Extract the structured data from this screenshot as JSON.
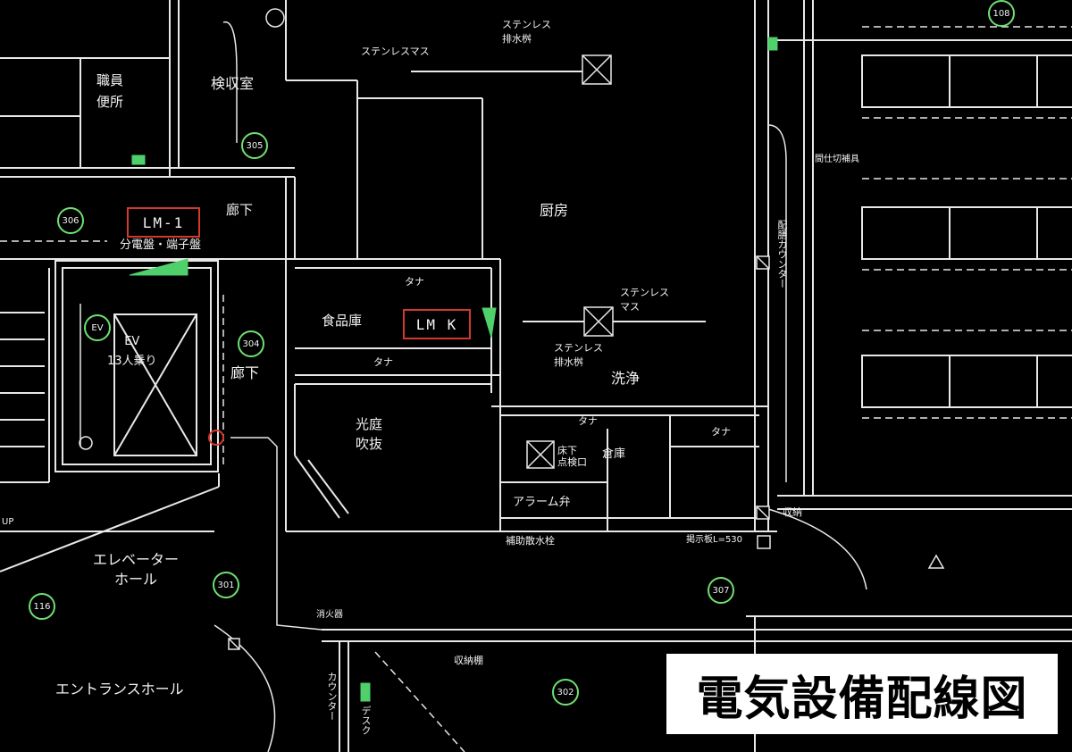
{
  "title": "電気設備配線図",
  "panels": {
    "lm1": "LM-1",
    "lmk": "LM K"
  },
  "rooms": {
    "staff_toilet": "職員\n便所",
    "inspection": "検収室",
    "corridor_top": "廊下",
    "corridor_mid": "廊下",
    "panel_note": "分電盤・端子盤",
    "kitchen": "厨房",
    "food_storage": "食品庫",
    "shelf_1": "タナ",
    "shelf_2": "タナ",
    "shelf_3": "タナ",
    "shelf_4": "タナ",
    "washing": "洗浄",
    "atrium": "光庭\n吹抜",
    "storage": "倉庫",
    "alarm_valve": "アラーム弁",
    "sprinkler": "補助散水栓",
    "elevator_hall": "エレベーター\nホール",
    "entrance_hall": "エントランスホール",
    "ev_label": "EV\n13人乗り",
    "ev_circle": "EV",
    "stainless_basin_top": "ステンレス\n排水桝",
    "stainless_masu_top": "ステンレスマス",
    "stainless_masu_mid": "ステンレス\nマス",
    "stainless_basin_mid": "ステンレス\n排水桝",
    "partition_note": "間仕切補具",
    "distribution_counter": "配膳カウンター",
    "collection": "収納",
    "notice_board": "掲示板L=530",
    "fire_alarm": "消火器",
    "storage_bottom": "収納棚",
    "counter_bottom": "カウンター",
    "desk_bottom": "デスク",
    "floor_valve": "床下\n点検口",
    "up_mark": "UP"
  },
  "circle_tags": [
    "108",
    "305",
    "306",
    "304",
    "301",
    "307",
    "116",
    "302"
  ]
}
